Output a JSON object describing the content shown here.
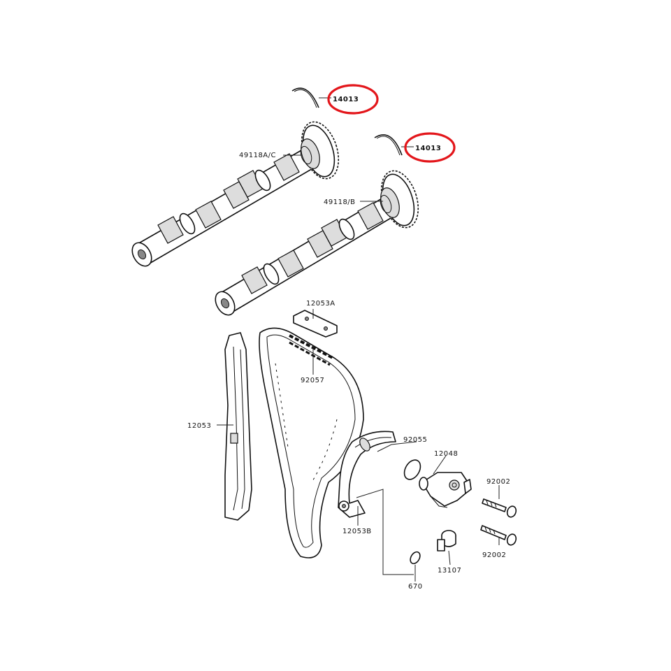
{
  "labels": {
    "clip_upper": "14013",
    "clip_lower": "14013",
    "camshaft_upper": "49118A/C",
    "camshaft_lower": "49118/B",
    "guide_top": "12053A",
    "chain": "92057",
    "guide_left": "12053",
    "oring_tensioner": "92055",
    "tensioner": "12048",
    "bolt_upper": "92002",
    "bolt_lower": "92002",
    "guide_tensioner": "12053B",
    "oring_small": "670",
    "tensioner_bolt": "13107"
  },
  "highlight_color": "#e3161b",
  "line_color": "#111111"
}
